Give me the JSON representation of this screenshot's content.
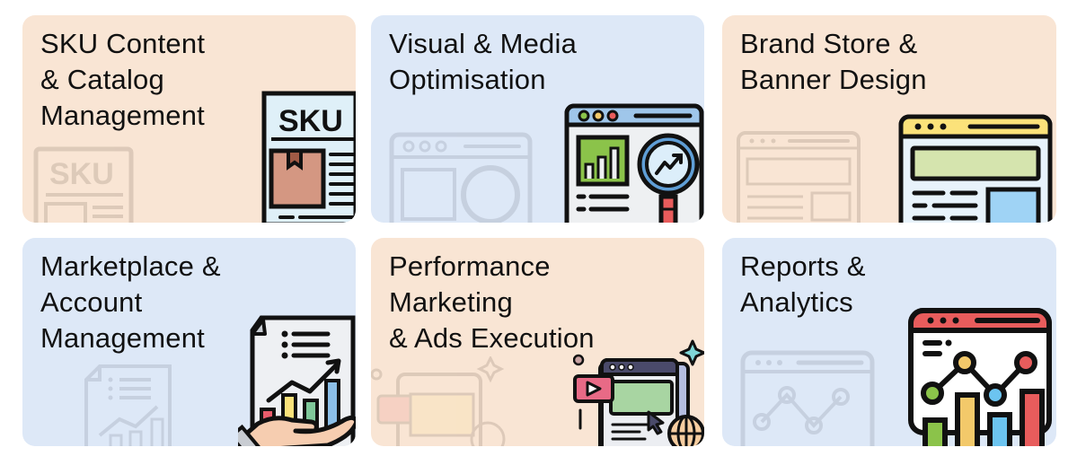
{
  "page": {
    "background": "#ffffff"
  },
  "cards": [
    {
      "title": "SKU Content\n& Catalog\nManagement",
      "background": "#f9e5d4",
      "icon": "sku-document-icon",
      "icon_text": "SKU"
    },
    {
      "title": "Visual & Media\nOptimisation",
      "background": "#dde8f7",
      "icon": "browser-analytics-magnifier-icon"
    },
    {
      "title": "Brand Store &\nBanner Design",
      "background": "#f9e5d4",
      "icon": "browser-banner-layout-icon"
    },
    {
      "title": "Marketplace &\nAccount\nManagement",
      "background": "#dde8f7",
      "icon": "hand-report-growth-icon"
    },
    {
      "title": "Performance\nMarketing\n& Ads Execution",
      "background": "#f9e5d4",
      "icon": "video-ad-browser-globe-icon"
    },
    {
      "title": "Reports &\nAnalytics",
      "background": "#dde8f7",
      "icon": "browser-chart-analytics-icon"
    }
  ],
  "colors": {
    "outline": "#111111",
    "peach": "#f9e5d4",
    "blue": "#dde8f7",
    "green": "#8bc34a",
    "yellow": "#fbe27a",
    "red": "#e85c5c",
    "light_blue": "#9fd3f5",
    "sky": "#8cbfe8",
    "box_brown": "#d49782"
  }
}
